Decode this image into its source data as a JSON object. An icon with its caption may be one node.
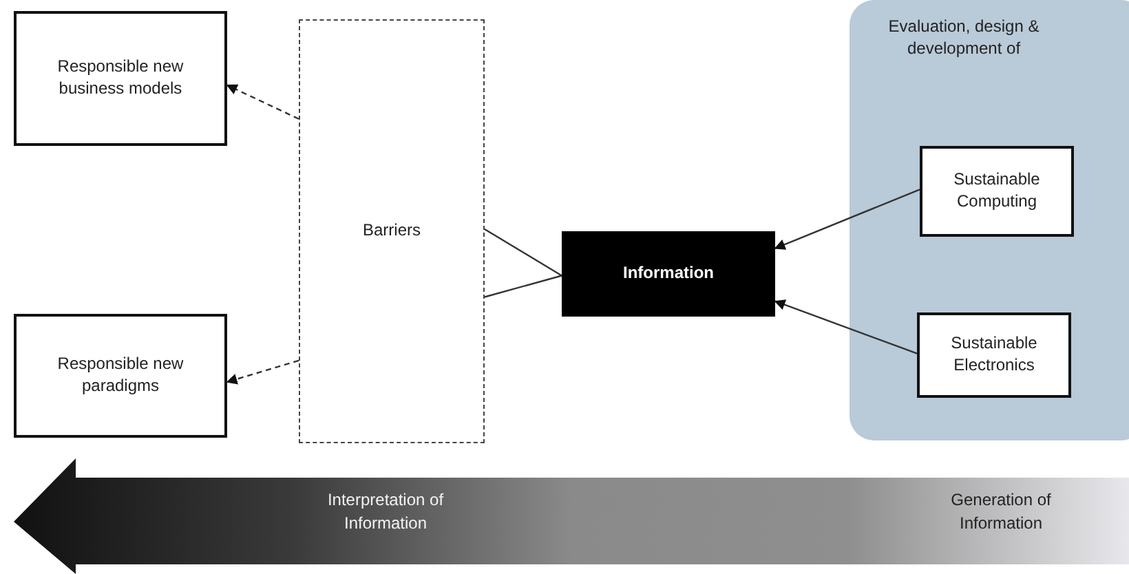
{
  "diagram": {
    "nodes": [
      {
        "text": [
          "Responsible new business models"
        ]
      },
      {
        "text": [
          "Responsible new paradigms"
        ]
      },
      {
        "text": [
          "Barriers"
        ]
      },
      {
        "text": [
          "Information"
        ]
      },
      {
        "text": [
          "Evaluation, design & development of"
        ]
      },
      {
        "text": [
          "Sustainable Computing"
        ],
        "in": 4
      },
      {
        "text": [
          "Sustainable Electronics"
        ],
        "in": 4
      },
      {
        "text": [
          "Interpretation of Information",
          "Generation of Information"
        ]
      }
    ],
    "edges": [
      {
        "from": 2,
        "to": 0,
        "arrow": "to",
        "style": "dashed"
      },
      {
        "from": 2,
        "to": 1,
        "arrow": "to",
        "style": "dashed"
      },
      {
        "from": 2,
        "to": 3,
        "arrow": "none"
      },
      {
        "from": 2,
        "to": 3,
        "arrow": "none"
      },
      {
        "from": 5,
        "to": 3,
        "arrow": "to"
      },
      {
        "from": 6,
        "to": 3,
        "arrow": "to"
      }
    ]
  }
}
